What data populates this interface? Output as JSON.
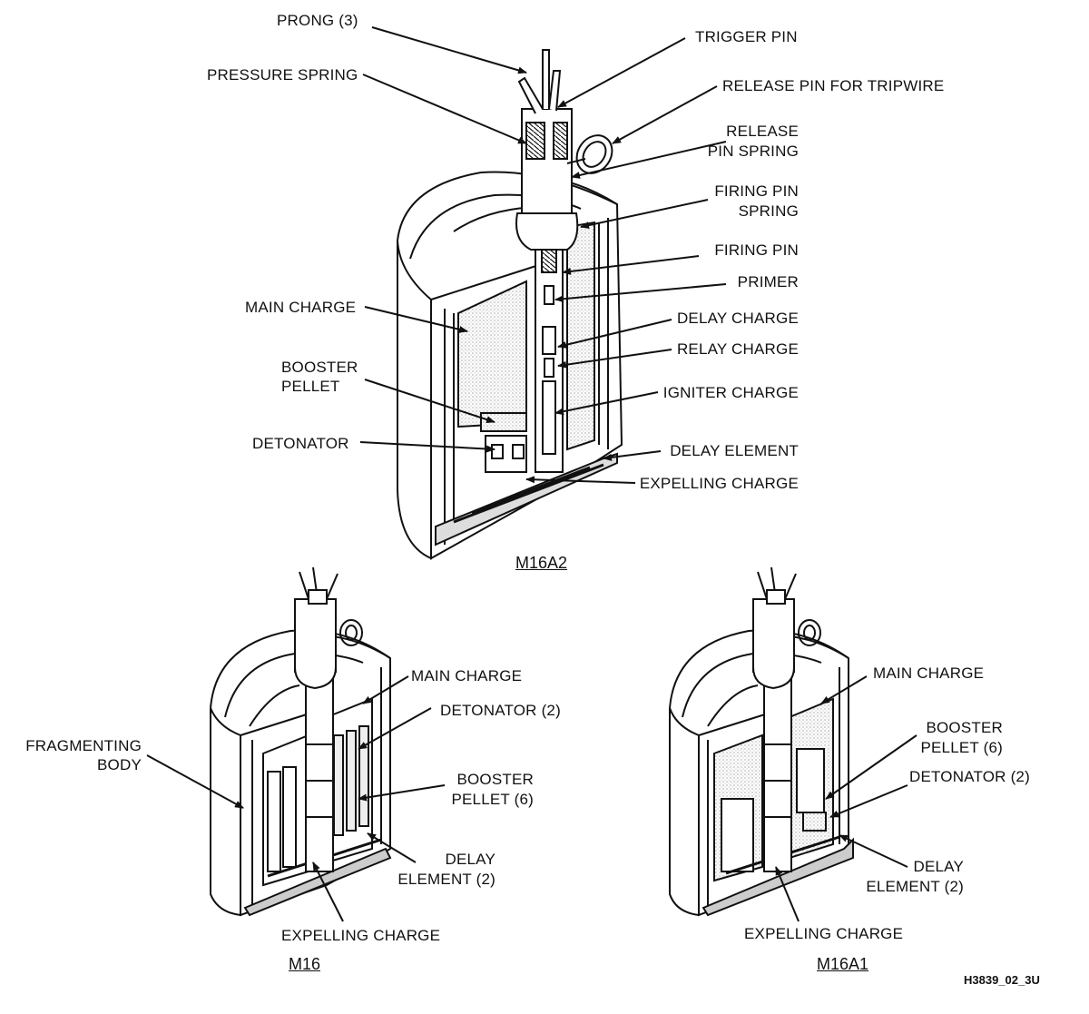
{
  "m16a2": {
    "caption": "M16A2",
    "labels": {
      "prong": "PRONG (3)",
      "pressure_spring": "PRESSURE SPRING",
      "trigger_pin": "TRIGGER PIN",
      "release_pin_tripwire": "RELEASE PIN FOR TRIPWIRE",
      "release_pin_spring_1": "RELEASE",
      "release_pin_spring_2": "PIN SPRING",
      "firing_pin_spring_1": "FIRING PIN",
      "firing_pin_spring_2": "SPRING",
      "firing_pin": "FIRING PIN",
      "primer": "PRIMER",
      "main_charge": "MAIN CHARGE",
      "delay_charge": "DELAY CHARGE",
      "relay_charge": "RELAY CHARGE",
      "booster_pellet_1": "BOOSTER",
      "booster_pellet_2": "PELLET",
      "igniter_charge": "IGNITER CHARGE",
      "detonator": "DETONATOR",
      "delay_element": "DELAY ELEMENT",
      "expelling_charge": "EXPELLING CHARGE"
    }
  },
  "m16": {
    "caption": "M16",
    "labels": {
      "main_charge": "MAIN CHARGE",
      "detonator": "DETONATOR (2)",
      "fragmenting_body_1": "FRAGMENTING",
      "fragmenting_body_2": "BODY",
      "booster_pellet_1": "BOOSTER",
      "booster_pellet_2": "PELLET (6)",
      "delay_element_1": "DELAY",
      "delay_element_2": "ELEMENT (2)",
      "expelling_charge": "EXPELLING CHARGE"
    }
  },
  "m16a1": {
    "caption": "M16A1",
    "labels": {
      "main_charge": "MAIN CHARGE",
      "booster_pellet_1": "BOOSTER",
      "booster_pellet_2": "PELLET (6)",
      "detonator": "DETONATOR (2)",
      "delay_element_1": "DELAY",
      "delay_element_2": "ELEMENT (2)",
      "expelling_charge": "EXPELLING CHARGE"
    }
  },
  "figure_code": "H3839_02_3U"
}
